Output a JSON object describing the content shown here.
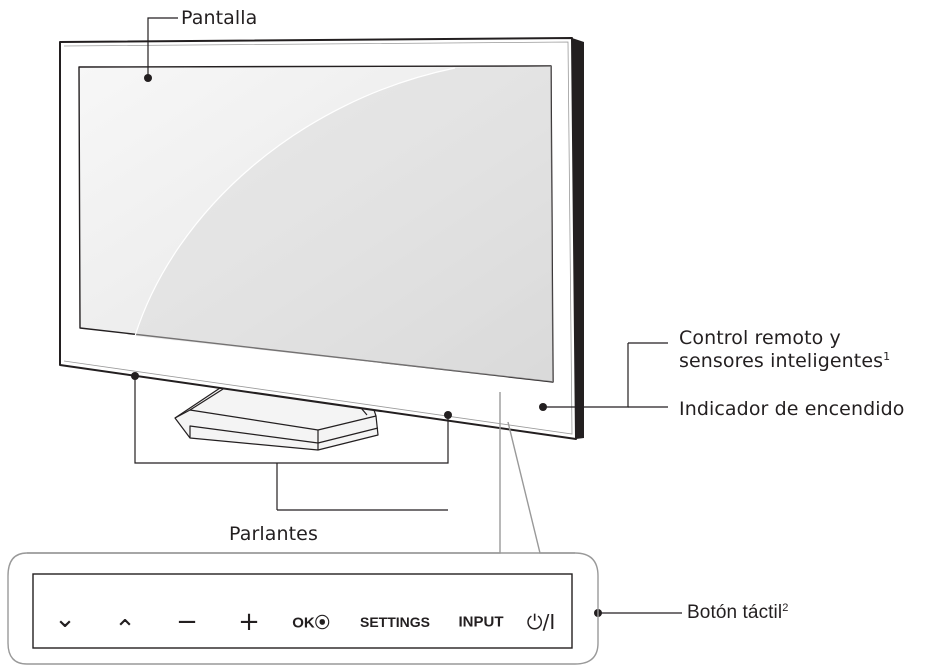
{
  "labels": {
    "screen": "Pantalla",
    "remote_sensor_line1": "Control remoto y",
    "remote_sensor_line2": "sensores inteligentes",
    "remote_sensor_sup": "1",
    "power_indicator": "Indicador de encendido",
    "speakers": "Parlantes",
    "touch_button": "Botón táctil",
    "touch_button_sup": "2"
  },
  "buttons": {
    "down": "⌄",
    "up": "⌃",
    "minus": "−",
    "plus": "+",
    "ok": "OK⦿",
    "settings": "SETTINGS",
    "input": "INPUT",
    "power": "⏻/I"
  }
}
